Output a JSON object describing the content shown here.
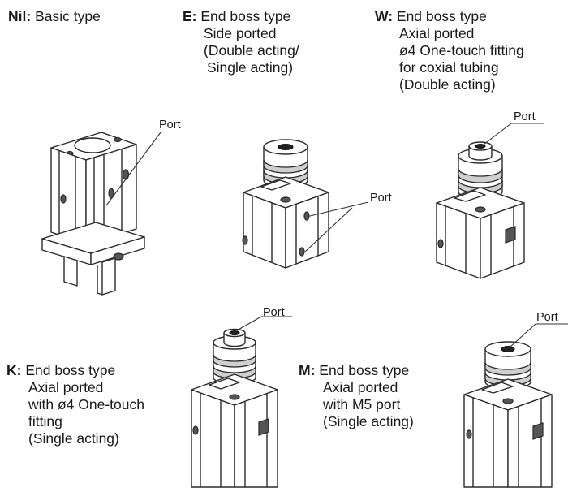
{
  "variants": {
    "nil": {
      "code": "Nil:",
      "lines": [
        "Basic type"
      ]
    },
    "e": {
      "code": "E:",
      "lines": [
        "End boss type",
        "Side ported",
        "(Double acting/",
        "Single acting)"
      ]
    },
    "w": {
      "code": "W:",
      "lines": [
        "End boss type",
        "Axial ported",
        "ø4 One-touch fitting",
        "for coxial tubing",
        "(Double acting)"
      ]
    },
    "k": {
      "code": "K:",
      "lines": [
        "End boss type",
        "Axial ported",
        "with ø4 One-touch",
        "fitting",
        "(Single acting)"
      ]
    },
    "m": {
      "code": "M:",
      "lines": [
        "End boss type",
        "Axial ported",
        "with M5 port",
        "(Single acting)"
      ]
    }
  },
  "port_label": "Port"
}
